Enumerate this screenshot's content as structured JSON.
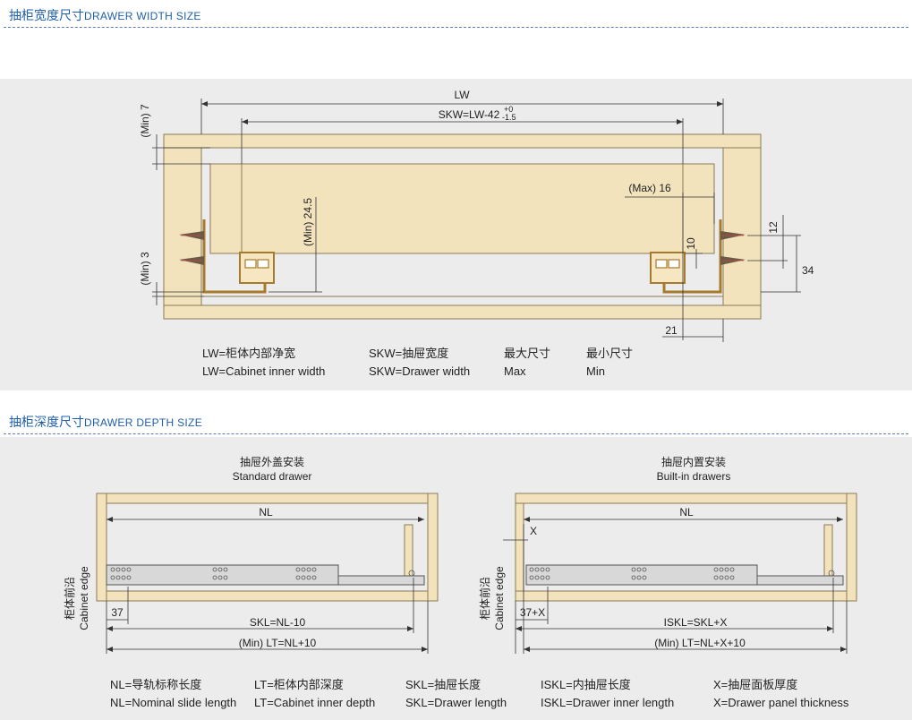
{
  "width_section": {
    "title_cn": "抽柜宽度尺寸",
    "title_en": "DRAWER WIDTH SIZE",
    "labels": {
      "lw": "LW",
      "skw": "SKW=LW-42",
      "tol_plus": "+0",
      "tol_minus": "-1.5",
      "min7": "(Min) 7",
      "min3": "(Min) 3",
      "min245": "(Min) 24.5",
      "max16": "(Max) 16",
      "d10": "10",
      "d12": "12",
      "d34": "34",
      "d21": "21"
    },
    "legend": [
      {
        "line1": "LW=柜体内部净宽",
        "line2": "LW=Cabinet inner width"
      },
      {
        "line1": "SKW=抽屉宽度",
        "line2": "SKW=Drawer width"
      },
      {
        "line1": "最大尺寸",
        "line2": "Max"
      },
      {
        "line1": "最小尺寸",
        "line2": "Min"
      }
    ]
  },
  "depth_section": {
    "title_cn": "抽柜深度尺寸",
    "title_en": "DRAWER DEPTH SIZE",
    "standard": {
      "title_cn": "抽屉外盖安装",
      "title_en": "Standard drawer",
      "nl": "NL",
      "d37": "37",
      "skl": "SKL=NL-10",
      "lt": "(Min) LT=NL+10",
      "edge_cn": "柜体前沿",
      "edge_en": "Cabinet edge"
    },
    "builtin": {
      "title_cn": "抽屉内置安装",
      "title_en": "Built-in drawers",
      "nl": "NL",
      "x": "X",
      "d37x": "37+X",
      "iskl": "ISKL=SKL+X",
      "lt": "(Min) LT=NL+X+10",
      "edge_cn": "柜体前沿",
      "edge_en": "Cabinet edge"
    },
    "legend": [
      {
        "line1": "NL=导轨标称长度",
        "line2": "NL=Nominal slide length"
      },
      {
        "line1": "LT=柜体内部深度",
        "line2": "LT=Cabinet inner depth"
      },
      {
        "line1": "SKL=抽屉长度",
        "line2": "SKL=Drawer length"
      },
      {
        "line1": "ISKL=内抽屉长度",
        "line2": "ISKL=Drawer inner length"
      },
      {
        "line1": "X=抽屉面板厚度",
        "line2": "X=Drawer panel thickness"
      }
    ]
  }
}
